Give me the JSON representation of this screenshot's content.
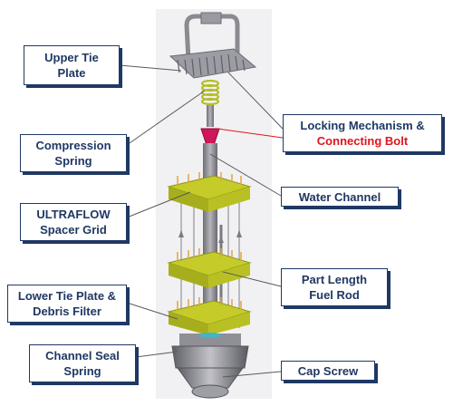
{
  "labels": {
    "upper_tie_plate": [
      "Upper Tie",
      "Plate"
    ],
    "compression_spring": [
      "Compression",
      "Spring"
    ],
    "ultraflow_spacer_grid": [
      "ULTRAFLOW",
      "Spacer Grid"
    ],
    "lower_tie_plate": [
      "Lower Tie Plate &",
      "Debris Filter"
    ],
    "channel_seal_spring": [
      "Channel Seal",
      "Spring"
    ],
    "locking_mechanism": [
      "Locking Mechanism &",
      "Connecting Bolt"
    ],
    "water_channel": [
      "Water Channel"
    ],
    "part_length_fuel_rod": [
      "Part Length",
      "Fuel Rod"
    ],
    "cap_screw": [
      "Cap Screw"
    ]
  },
  "colors": {
    "label_text": "#1f3864",
    "highlight_text": "#e0151c",
    "grid": "#c5cc2a",
    "assembly": "#8c8c92",
    "bolt": "#d0175a",
    "leader": "#5a5a5a",
    "highlight_leader": "#e0151c"
  }
}
